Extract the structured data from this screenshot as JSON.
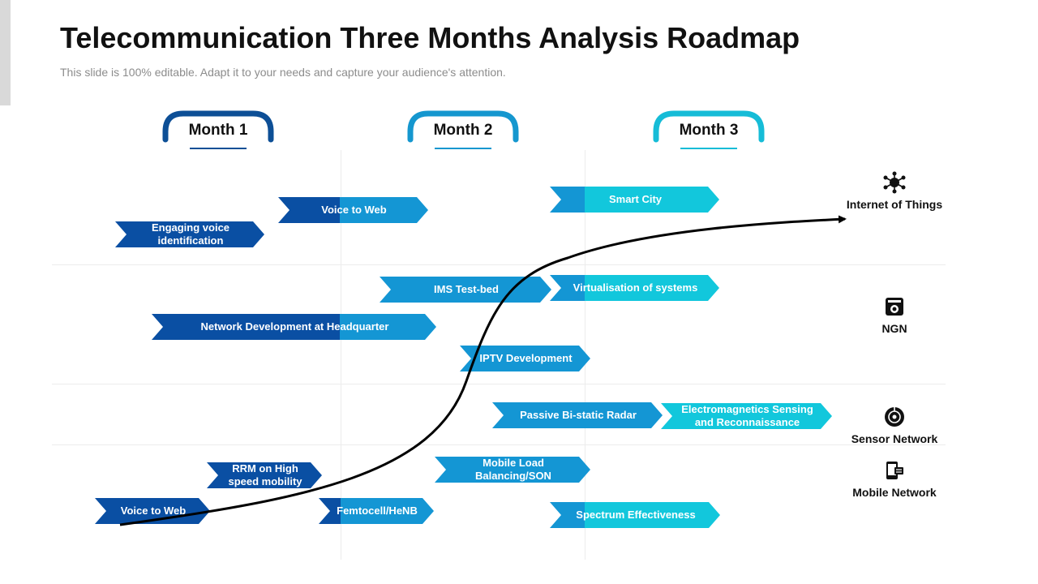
{
  "header": {
    "title": "Telecommunication Three Months Analysis Roadmap",
    "subtitle": "This slide is 100% editable. Adapt it to your needs and capture your audience's attention."
  },
  "months": [
    "Month 1",
    "Month 2",
    "Month 3"
  ],
  "categories": [
    {
      "label": "Internet of Things",
      "icon": "iot-network-icon"
    },
    {
      "label": "NGN",
      "icon": "ngn-device-icon"
    },
    {
      "label": "Sensor Network",
      "icon": "sensor-icon"
    },
    {
      "label": "Mobile Network",
      "icon": "mobile-network-icon"
    }
  ],
  "tasks": [
    {
      "label": "Voice to Web",
      "row": "Internet of Things"
    },
    {
      "label": "Engaging voice identification",
      "row": "Internet of Things"
    },
    {
      "label": "Smart City",
      "row": "Internet of Things"
    },
    {
      "label": "IMS Test-bed",
      "row": "NGN"
    },
    {
      "label": "Virtualisation of systems",
      "row": "NGN"
    },
    {
      "label": "Network Development at Headquarter",
      "row": "NGN"
    },
    {
      "label": "IPTV Development",
      "row": "NGN"
    },
    {
      "label": "Passive Bi-static Radar",
      "row": "Sensor Network"
    },
    {
      "label": "Electromagnetics Sensing and Reconnaissance",
      "row": "Sensor Network"
    },
    {
      "label": "RRM on High speed mobility",
      "row": "Mobile Network"
    },
    {
      "label": "Mobile Load Balancing/SON",
      "row": "Mobile Network"
    },
    {
      "label": "Voice to Web",
      "row": "Mobile Network"
    },
    {
      "label": "Femtocell/HeNB",
      "row": "Mobile Network"
    },
    {
      "label": "Spectrum Effectiveness",
      "row": "Mobile Network"
    }
  ],
  "colors": {
    "dark_blue": "#0a4fa3",
    "mid_blue": "#1496d4",
    "cyan": "#12c7dc",
    "month1": "#0d4f96",
    "month2": "#1597cf",
    "month3": "#16bcd7"
  }
}
